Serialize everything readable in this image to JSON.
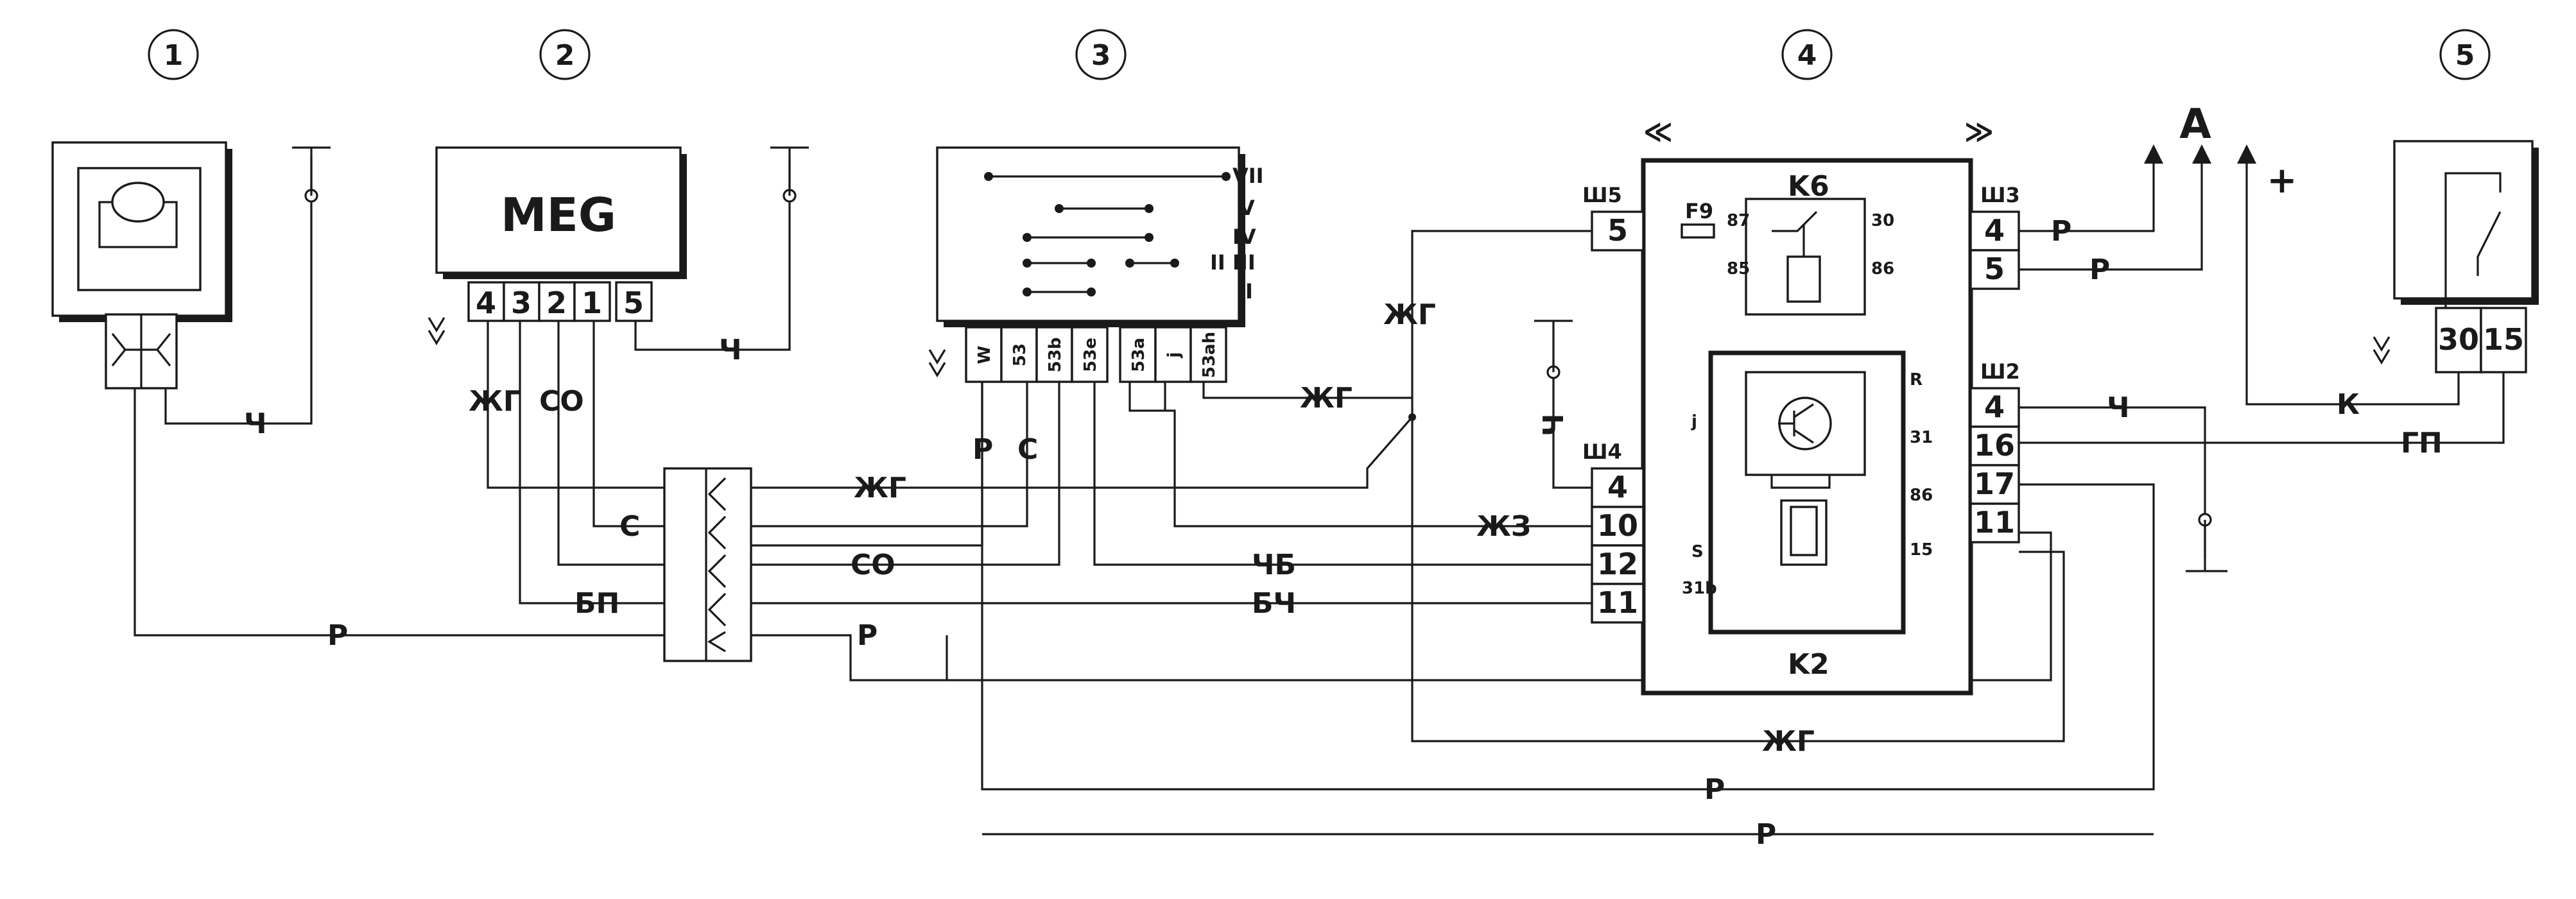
{
  "components": {
    "c1": {
      "number": "1"
    },
    "c2": {
      "number": "2",
      "name": "MEG",
      "pins": [
        "4",
        "3",
        "2",
        "1",
        "5"
      ]
    },
    "c3": {
      "number": "3",
      "positions": [
        "VII",
        "V",
        "IV",
        "II",
        "III",
        "I"
      ],
      "pins": [
        "W",
        "53",
        "53b",
        "53e",
        "53a",
        "j",
        "53ah"
      ]
    },
    "c4": {
      "number": "4",
      "relay_k6": "K6",
      "relay_k2": "K2",
      "fuse": "F9",
      "arrow_left": "≪",
      "arrow_right": "≫",
      "connectors": {
        "sh5": {
          "name": "Ш5",
          "pins": [
            "5"
          ]
        },
        "sh4": {
          "name": "Ш4",
          "pins": [
            "4",
            "10",
            "12",
            "11"
          ]
        },
        "sh3": {
          "name": "Ш3",
          "pins": [
            "4",
            "5"
          ]
        },
        "sh2": {
          "name": "Ш2",
          "pins": [
            "4",
            "16",
            "17",
            "11"
          ]
        }
      },
      "k6_terminals": [
        "87",
        "30",
        "85",
        "86"
      ],
      "k2_terminals": [
        "R",
        "31",
        "86",
        "15",
        "j",
        "S",
        "31b"
      ]
    },
    "c5": {
      "number": "5",
      "pins": [
        "30",
        "15"
      ]
    }
  },
  "marks": {
    "a": "A",
    "plus": "+"
  },
  "wire_colors": {
    "ch": "Ч",
    "zhg": "ЖГ",
    "so": "СО",
    "s": "С",
    "bp": "БП",
    "r": "Р",
    "zhz": "ЖЗ",
    "chb": "ЧБ",
    "bch": "БЧ",
    "k": "К",
    "gp": "ГП"
  }
}
